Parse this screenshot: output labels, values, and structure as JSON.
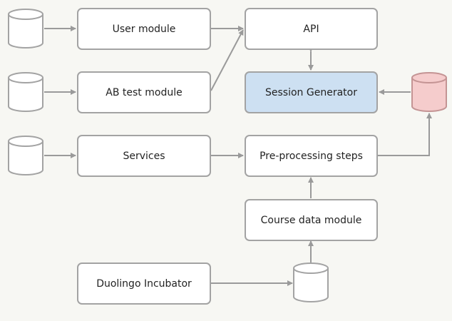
{
  "nodes": {
    "user_module": "User module",
    "ab_test_module": "AB test module",
    "services": "Services",
    "api": "API",
    "session_generator": "Session Generator",
    "preprocessing_steps": "Pre-processing steps",
    "course_data_module": "Course data module",
    "duolingo_incubator": "Duolingo Incubator"
  },
  "colors": {
    "background": "#f7f7f3",
    "box_fill": "#ffffff",
    "box_border": "#a3a3a3",
    "highlight_fill": "#cde0f2",
    "highlight_db_fill": "#f5cccc",
    "highlight_db_stroke": "#c49494",
    "edge": "#9a9a9a"
  },
  "icons": {
    "database": "cylinder"
  }
}
